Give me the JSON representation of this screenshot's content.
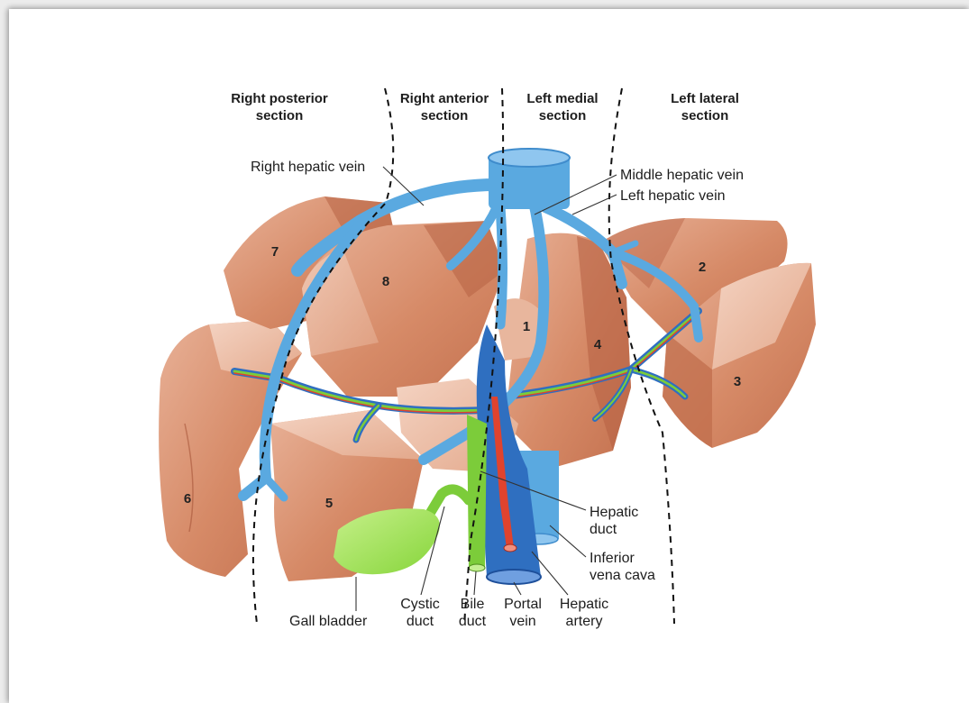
{
  "sections": {
    "right_posterior": [
      "Right posterior",
      "section"
    ],
    "right_anterior": [
      "Right anterior",
      "section"
    ],
    "left_medial": [
      "Left medial",
      "section"
    ],
    "left_lateral": [
      "Left lateral",
      "section"
    ]
  },
  "segments": [
    "1",
    "2",
    "3",
    "4",
    "5",
    "6",
    "7",
    "8"
  ],
  "labels": {
    "right_hepatic_vein": "Right hepatic vein",
    "middle_hepatic_vein": "Middle hepatic vein",
    "left_hepatic_vein": "Left hepatic vein",
    "hepatic_duct": [
      "Hepatic",
      "duct"
    ],
    "inferior_vena_cava": [
      "Inferior",
      "vena cava"
    ],
    "gall_bladder": "Gall bladder",
    "cystic_duct": [
      "Cystic",
      "duct"
    ],
    "bile_duct": [
      "Bile",
      "duct"
    ],
    "portal_vein": [
      "Portal",
      "vein"
    ],
    "hepatic_artery": [
      "Hepatic",
      "artery"
    ]
  },
  "colors": {
    "liver_fill": "#d9906f",
    "liver_dark": "#c06d4c",
    "liver_light": "#edc0a8",
    "vein_blue": "#5aa9e0",
    "portal_blue": "#2f6fc0",
    "artery_red": "#e0432e",
    "bile_green": "#7ccc3a",
    "gall_bladder": "#9fe04e"
  }
}
